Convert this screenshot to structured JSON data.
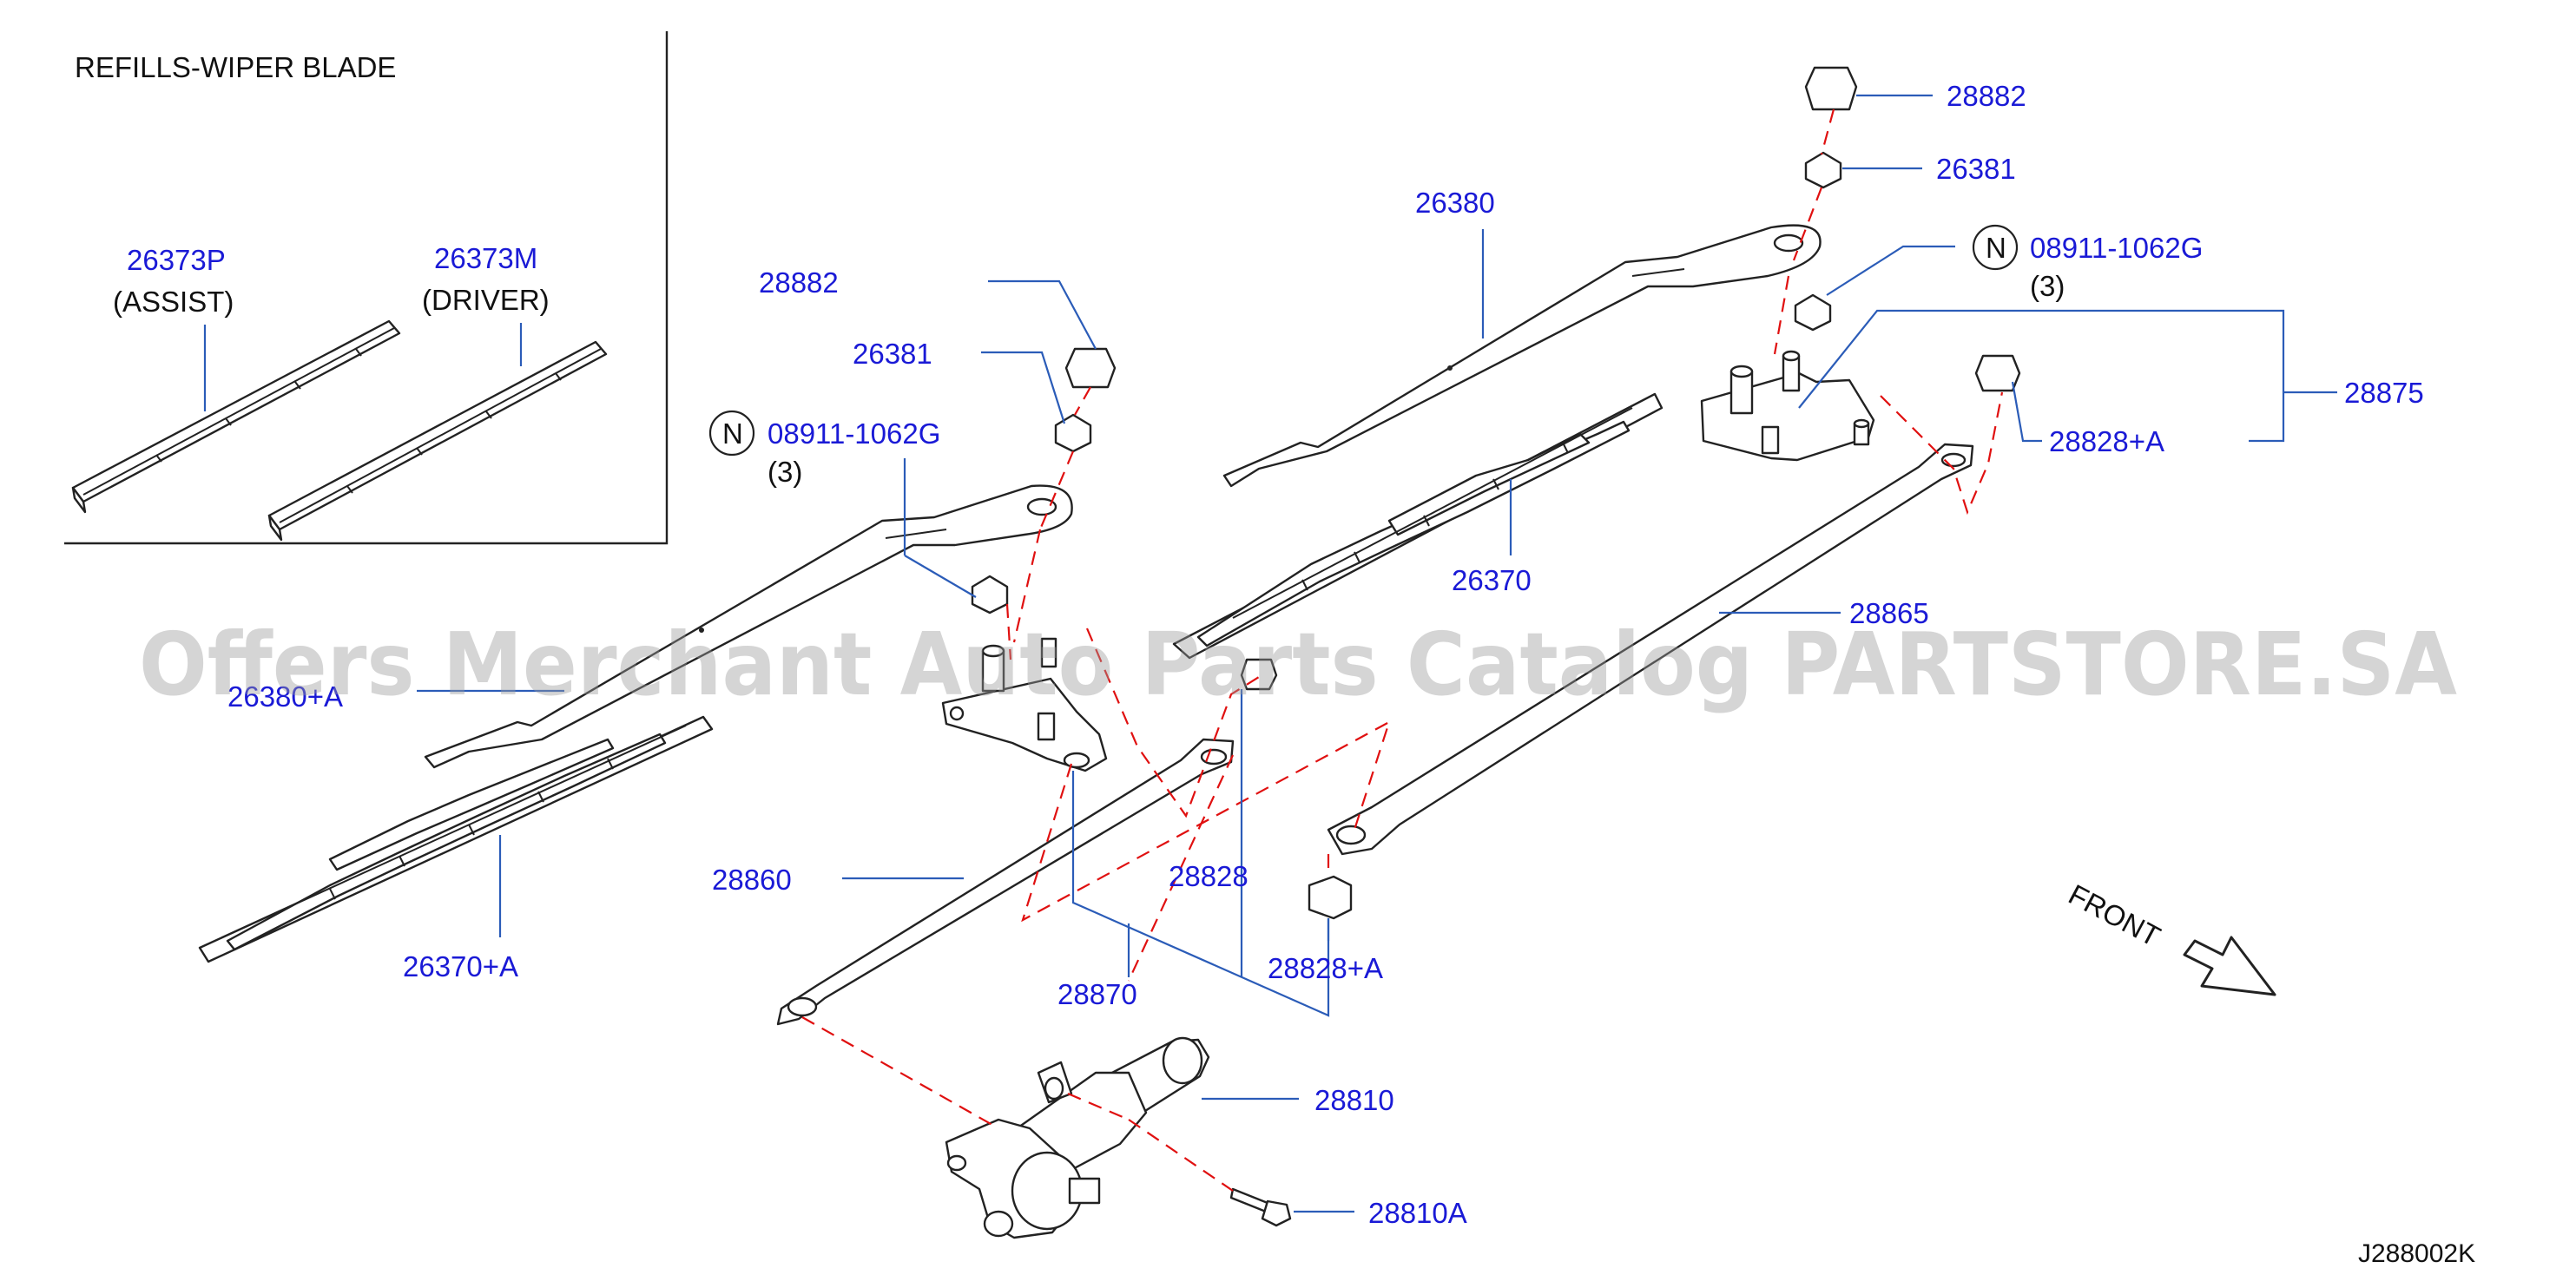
{
  "diagram": {
    "inset": {
      "title": "REFILLS-WIPER  BLADE",
      "assist_part": "26373P",
      "assist_note": "(ASSIST)",
      "driver_part": "26373M",
      "driver_note": "(DRIVER)"
    },
    "parts": {
      "p28882_top": "28882",
      "p26381_top": "26381",
      "p08911_right": "08911-1062G",
      "p08911_right_qty": "(3)",
      "p26380": "26380",
      "p28875": "28875",
      "p28828A_top": "28828+A",
      "p26370": "26370",
      "p28865": "28865",
      "p28882_left": "28882",
      "p26381_left": "26381",
      "p08911_left": "08911-1062G",
      "p08911_left_qty": "(3)",
      "p26380A": "26380+A",
      "p26370A": "26370+A",
      "p28860": "28860",
      "p28828": "28828",
      "p28870": "28870",
      "p28828A_bottom": "28828+A",
      "p28810": "28810",
      "p28810A": "28810A"
    },
    "nut_symbol": "N",
    "front_label": "FRONT",
    "diagram_code": "J288002K",
    "watermark": "Offers Merchant Auto Parts Catalog PARTSTORE.SA"
  }
}
